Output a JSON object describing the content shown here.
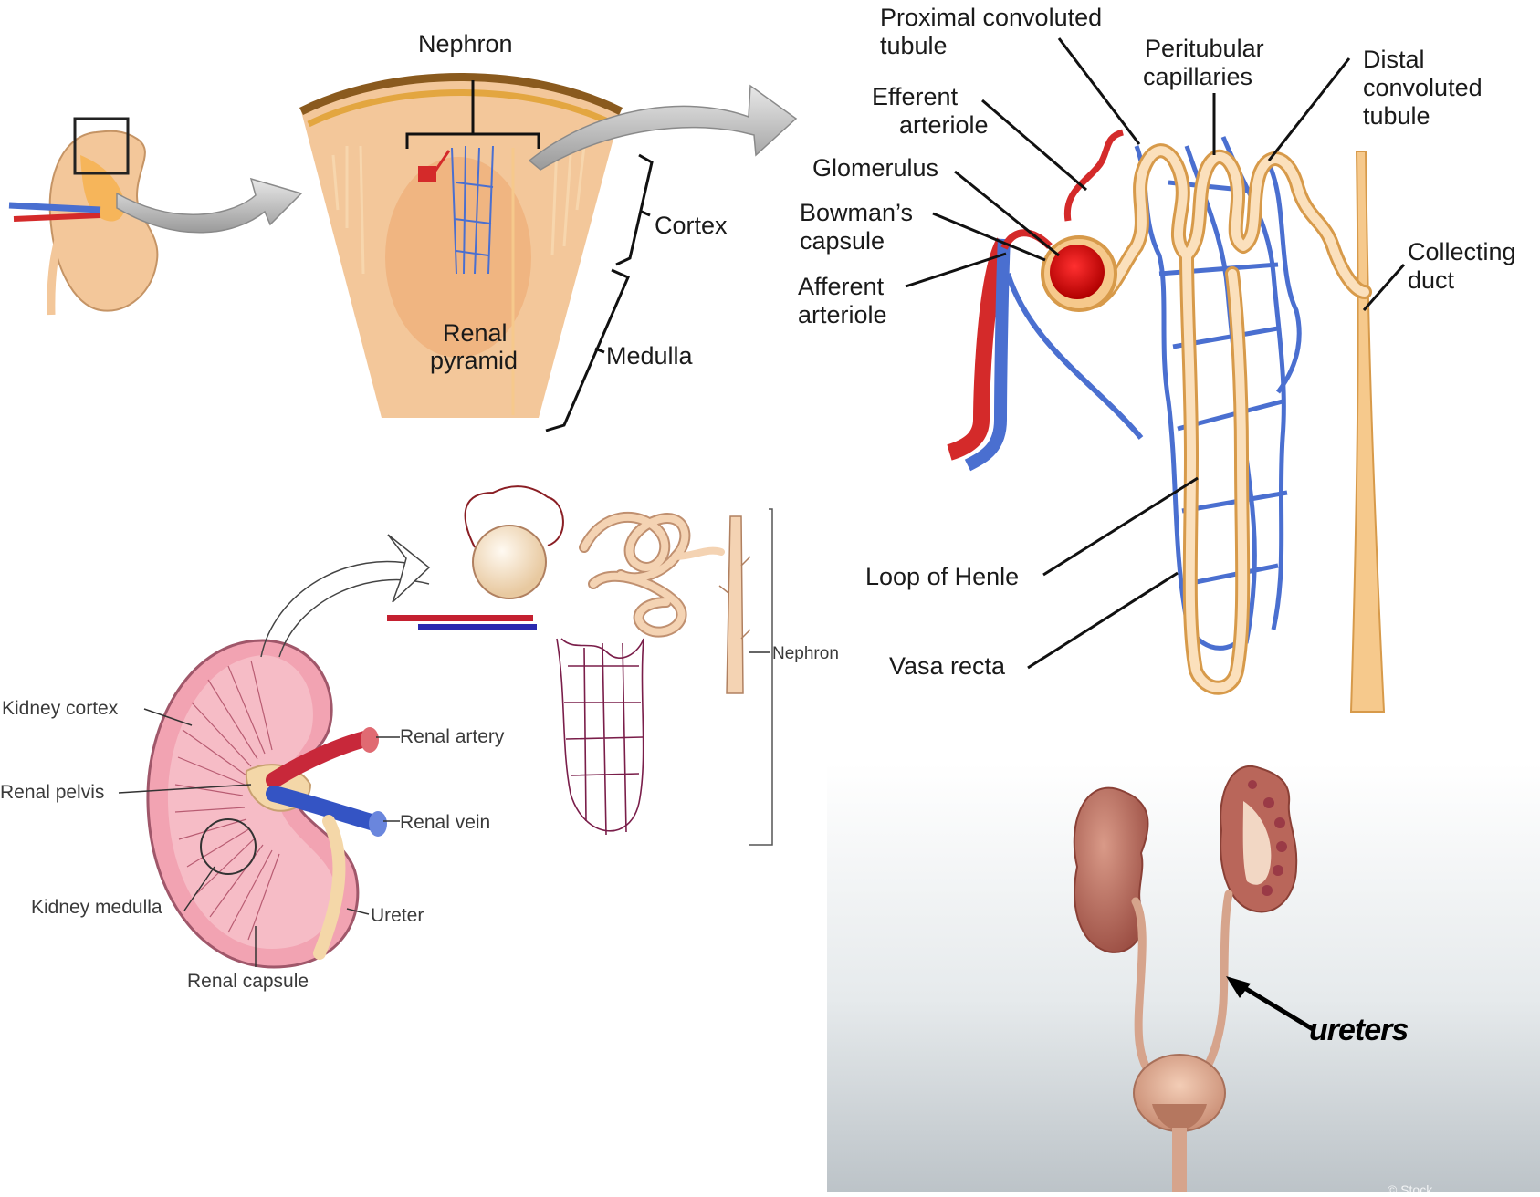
{
  "top_left": {
    "nephron": "Nephron",
    "cortex": "Cortex",
    "medulla": "Medulla",
    "renal_pyramid_1": "Renal",
    "renal_pyramid_2": "pyramid"
  },
  "nephron_detail": {
    "proximal_1": "Proximal convoluted",
    "proximal_2": "tubule",
    "peritubular_1": "Peritubular",
    "peritubular_2": "capillaries",
    "distal_1": "Distal",
    "distal_2": "convoluted",
    "distal_3": "tubule",
    "efferent_1": "Efferent",
    "efferent_2": "arteriole",
    "glomerulus": "Glomerulus",
    "bowmans_1": "Bowman’s",
    "bowmans_2": "capsule",
    "afferent_1": "Afferent",
    "afferent_2": "arteriole",
    "collecting_1": "Collecting",
    "collecting_2": "duct",
    "loop": "Loop of Henle",
    "vasa": "Vasa recta"
  },
  "kidney_section": {
    "cortex": "Kidney cortex",
    "pelvis": "Renal pelvis",
    "medulla": "Kidney medulla",
    "capsule": "Renal capsule",
    "artery": "Renal artery",
    "vein": "Renal vein",
    "ureter": "Ureter",
    "nephron": "Nephron"
  },
  "urinary": {
    "ureters": "ureters",
    "copyright": "© Stock"
  },
  "colors": {
    "artery": "#d42a2a",
    "vein": "#4a6fd0",
    "tubule": "#f6c98c",
    "cortex_tissue": "#f3c79a",
    "kidney_pink": "#f2a3b2",
    "kidney_brown": "#b5685a"
  }
}
